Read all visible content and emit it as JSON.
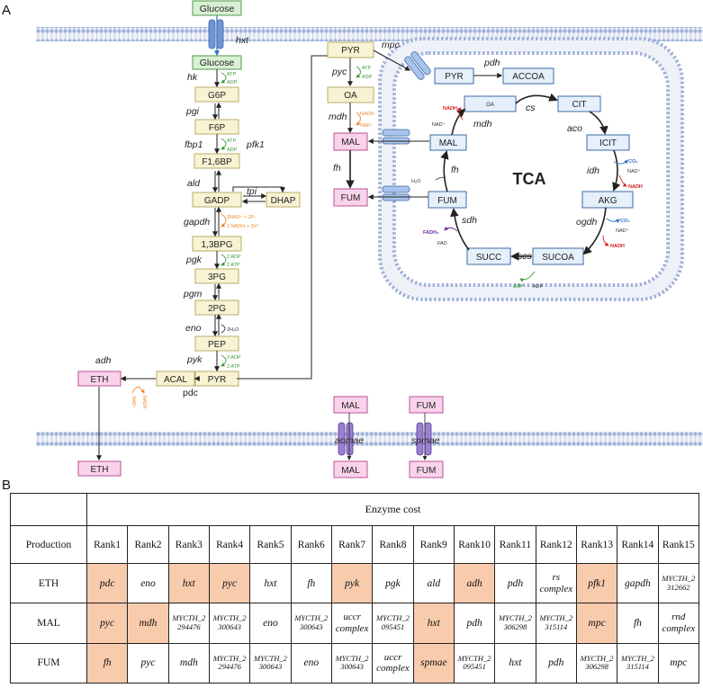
{
  "panel_a_label": "A",
  "panel_b_label": "B",
  "glycolysis": {
    "glucose_out": "Glucose",
    "transporter": "hxt",
    "glucose_in": "Glucose",
    "nodes": [
      "G6P",
      "F6P",
      "F1,6BP",
      "GADP",
      "1,3BPG",
      "3PG",
      "2PG",
      "PEP",
      "PYR"
    ],
    "enzymes": [
      "hk",
      "pgi",
      "fbp1",
      "pfk1",
      "ald",
      "tpi",
      "gapdh",
      "pgk",
      "pgm",
      "eno",
      "pyk"
    ],
    "dhap": "DHAP",
    "cofactors": {
      "hk_atp": "ATP",
      "hk_adp": "ADP",
      "pfk_atp": "ATP",
      "pfk_adp": "ADP",
      "gapdh_in": "2NAD⁺ + 2Pᵢ",
      "gapdh_out": "2 NADH + 2H⁺",
      "pgk_adp": "2 ADP",
      "pgk_atp": "2 ATP",
      "eno_h2o": "2H₂O",
      "pyk_adp": "2 ADP",
      "pyk_atp": "2 ATP"
    }
  },
  "ethanol": {
    "acal": "ACAL",
    "eth": "ETH",
    "eth_out": "ETH",
    "adh": "adh",
    "pdc": "pdc",
    "nad": "NAD⁺",
    "nadh": "NADH"
  },
  "cytosol": {
    "pyr": "PYR",
    "mpc": "mpc",
    "pyc": "pyc",
    "oa": "OA",
    "mdh": "mdh",
    "mal": "MAL",
    "fh": "fh",
    "fum": "FUM",
    "pyc_atp": "ATP",
    "pyc_adp": "ADP",
    "mdh_nadh": "NADH",
    "mdh_nad": "NAD⁺"
  },
  "mitochondrion": {
    "tca_label": "TCA",
    "pyr": "PYR",
    "accoa": "ACCOA",
    "cit": "CIT",
    "icit": "ICIT",
    "akg": "AKG",
    "sucoa": "SUCOA",
    "succ": "SUCC",
    "fum": "FUM",
    "mal": "MAL",
    "oa": "OA",
    "enzymes": {
      "pdh": "pdh",
      "cs": "cs",
      "aco": "aco",
      "idh": "idh",
      "ogdh": "ogdh",
      "scs": "scs",
      "sdh": "sdh",
      "fh": "fh",
      "mdh": "mdh"
    },
    "cofactors": {
      "mdh_nadh": "NADH",
      "mdh_nad": "NAD⁺",
      "idh_co2": "CO₂",
      "idh_nad": "NAD⁺",
      "idh_nadh": "NADH",
      "ogdh_co2": "CO₂",
      "ogdh_nad": "NAD⁺",
      "ogdh_nadh": "NADH",
      "scs_atp": "ATP",
      "scs_adp": "ADP",
      "sdh_fadh2": "FADH₂",
      "sdh_fad": "FAD",
      "fh_h2o": "H₂O"
    }
  },
  "exporters": {
    "mal_in": "MAL",
    "mal_out": "MAL",
    "aomae": "aomae",
    "fum_in": "FUM",
    "fum_out": "FUM",
    "spmae": "spmae"
  },
  "colors": {
    "yellow_fill": "#f8f3d3",
    "yellow_stroke": "#b8ad6a",
    "green_fill": "#d9f0d4",
    "green_stroke": "#4f9a4a",
    "pink_fill": "#f9d3ea",
    "pink_stroke": "#b9509a",
    "blue_fill": "#e5f0fb",
    "blue_stroke": "#3d6aa4",
    "membrane": "#9fb2d8",
    "highlight": "#f8cbad",
    "red": "#d42020",
    "orange": "#ee8a2c",
    "green": "#3a9a3a",
    "purple": "#7030a0",
    "blue": "#2f6fbf"
  },
  "table": {
    "header_group": "Enzyme cost",
    "corner": "Production",
    "columns": [
      "Rank1",
      "Rank2",
      "Rank3",
      "Rank4",
      "Rank5",
      "Rank6",
      "Rank7",
      "Rank8",
      "Rank9",
      "Rank10",
      "Rank11",
      "Rank12",
      "Rank13",
      "Rank14",
      "Rank15"
    ],
    "rows": [
      {
        "product": "ETH",
        "cells": [
          {
            "t": "pdc",
            "hl": true
          },
          {
            "t": "eno"
          },
          {
            "t": "hxt",
            "hl": true
          },
          {
            "t": "pyc",
            "hl": true
          },
          {
            "t": "hxt"
          },
          {
            "t": "fh"
          },
          {
            "t": "pyk",
            "hl": true
          },
          {
            "t": "pgk"
          },
          {
            "t": "ald"
          },
          {
            "t": "adh",
            "hl": true
          },
          {
            "t": "pdh"
          },
          {
            "t": "rs complex",
            "m": true
          },
          {
            "t": "pfk1",
            "hl": true
          },
          {
            "t": "gapdh"
          },
          {
            "t": "MYCTH_2312662",
            "s": true
          }
        ]
      },
      {
        "product": "MAL",
        "cells": [
          {
            "t": "pyc",
            "hl": true
          },
          {
            "t": "mdh",
            "hl": true
          },
          {
            "t": "MYCTH_2294476",
            "s": true
          },
          {
            "t": "MYCTH_2300643",
            "s": true
          },
          {
            "t": "eno"
          },
          {
            "t": "MYCTH_2300643",
            "s": true
          },
          {
            "t": "uccr complex",
            "m": true
          },
          {
            "t": "MYCTH_2095451",
            "s": true
          },
          {
            "t": "hxt",
            "hl": true
          },
          {
            "t": "pdh"
          },
          {
            "t": "MYCTH_2306298",
            "s": true
          },
          {
            "t": "MYCTH_2315114",
            "s": true
          },
          {
            "t": "mpc",
            "hl": true
          },
          {
            "t": "fh"
          },
          {
            "t": "rnd complex",
            "m": true
          }
        ]
      },
      {
        "product": "FUM",
        "cells": [
          {
            "t": "fh",
            "hl": true
          },
          {
            "t": "pyc"
          },
          {
            "t": "mdh"
          },
          {
            "t": "MYCTH_2294476",
            "s": true
          },
          {
            "t": "MYCTH_2300643",
            "s": true
          },
          {
            "t": "eno"
          },
          {
            "t": "MYCTH_2300643",
            "s": true
          },
          {
            "t": "uccr complex",
            "m": true
          },
          {
            "t": "spmae",
            "hl": true
          },
          {
            "t": "MYCTH_2095451",
            "s": true
          },
          {
            "t": "hxt"
          },
          {
            "t": "pdh"
          },
          {
            "t": "MYCTH_2306298",
            "s": true
          },
          {
            "t": "MYCTH_2315114",
            "s": true
          },
          {
            "t": "mpc"
          }
        ]
      }
    ]
  }
}
